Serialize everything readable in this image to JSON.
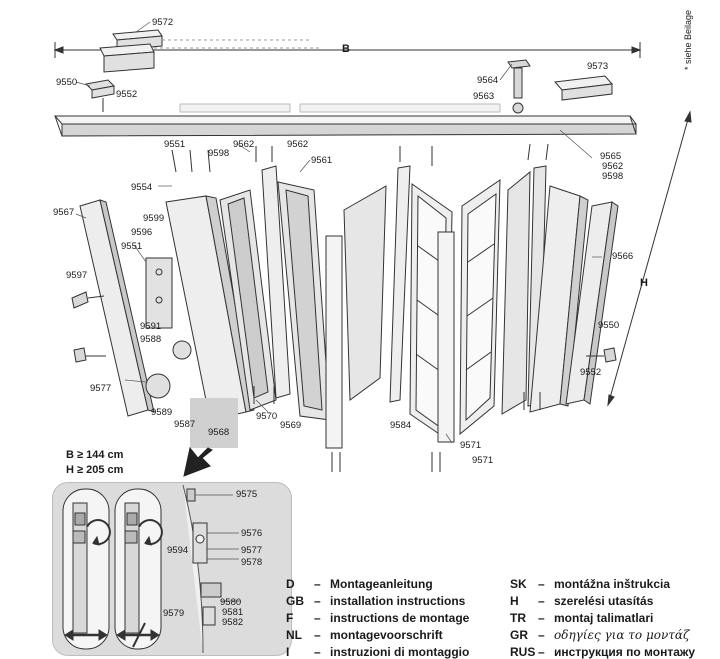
{
  "side_note": "* siehe Beilage",
  "dimension_labels": {
    "width": "B",
    "height": "H"
  },
  "minimum_sizes": {
    "width": "B ≥ 144 cm",
    "height": "H ≥ 205 cm"
  },
  "part_labels": [
    "9572",
    "9550",
    "9552",
    "9564",
    "9563",
    "9573",
    "9565",
    "9551",
    "9598",
    "9562",
    "9562",
    "9561",
    "9562",
    "9598",
    "9554",
    "9567",
    "9599",
    "9596",
    "9551",
    "9597",
    "9591",
    "9588",
    "9577",
    "9589",
    "9587",
    "9568",
    "9570",
    "9569",
    "9584",
    "9571",
    "9571",
    "9566",
    "9550",
    "9552",
    "9575",
    "9576",
    "9594",
    "9577",
    "9578",
    "9580",
    "9579",
    "9581",
    "9582"
  ],
  "languages": [
    {
      "code": "D",
      "text": "Montageanleitung"
    },
    {
      "code": "GB",
      "text": "installation instructions"
    },
    {
      "code": "F",
      "text": "instructions de montage"
    },
    {
      "code": "NL",
      "text": "montagevoorschrift"
    },
    {
      "code": "I",
      "text": "instruzioni di montaggio"
    },
    {
      "code": "SK",
      "text": "montážna inštrukcia"
    },
    {
      "code": "H",
      "text": "szerelési utasítás"
    },
    {
      "code": "TR",
      "text": "montaj talimatlari"
    },
    {
      "code": "GR",
      "text": "οδηγίες για το μοντάζ"
    },
    {
      "code": "RUS",
      "text": "инструкция по монтажу"
    }
  ],
  "colors": {
    "line": "#333333",
    "panel": "#e6e6e6",
    "panel_dark": "#bdbdbd",
    "inset_bg": "#dcdcdc"
  }
}
